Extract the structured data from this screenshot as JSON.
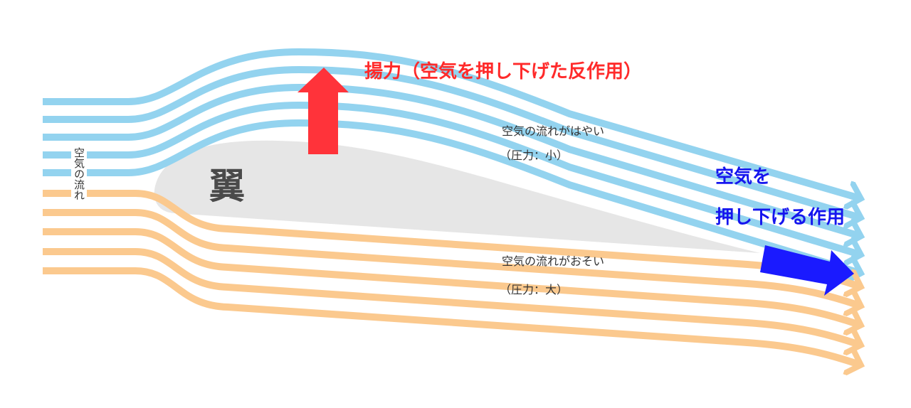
{
  "labels": {
    "lift": "揚力（空気を押し下げた反作用）",
    "upper_flow": "空気の流れがはやい",
    "upper_pressure": "（圧力：小）",
    "lower_flow": "空気の流れがおそい",
    "lower_pressure": "（圧力：大）",
    "downwash_line1": "空気を",
    "downwash_line2": "押し下げる作用",
    "wing": "翼",
    "airflow": "空気の流れ"
  },
  "colors": {
    "upper_streamline": "#93d3ef",
    "lower_streamline": "#fbc98e",
    "wing": "#e6e6e6",
    "lift_arrow": "#ff333a",
    "downwash_arrow": "#1a1aff"
  }
}
